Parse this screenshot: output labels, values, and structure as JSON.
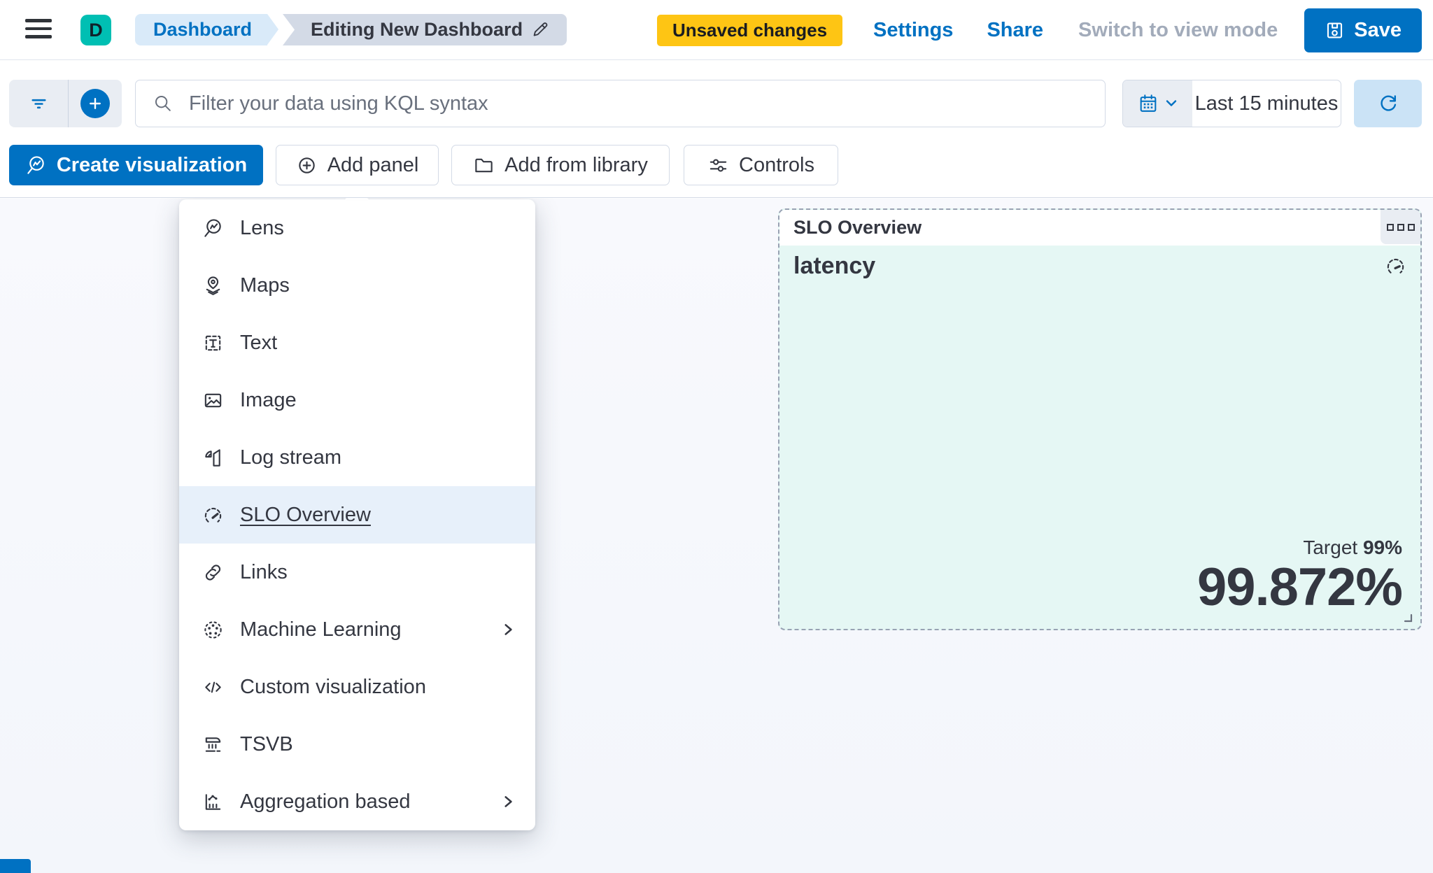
{
  "header": {
    "logo_letter": "D",
    "breadcrumbs": {
      "root": "Dashboard",
      "current": "Editing New Dashboard"
    },
    "unsaved_badge": "Unsaved changes",
    "settings_link": "Settings",
    "share_link": "Share",
    "switch_view_label": "Switch to view mode",
    "save_label": "Save"
  },
  "query_bar": {
    "search_placeholder": "Filter your data using KQL syntax",
    "time_range": "Last 15 minutes"
  },
  "toolbar": {
    "create_visualization_label": "Create visualization",
    "add_panel_label": "Add panel",
    "add_from_library_label": "Add from library",
    "controls_label": "Controls"
  },
  "add_panel_menu": {
    "items": [
      {
        "label": "Lens",
        "icon": "lens-icon"
      },
      {
        "label": "Maps",
        "icon": "maps-icon"
      },
      {
        "label": "Text",
        "icon": "text-icon"
      },
      {
        "label": "Image",
        "icon": "image-icon"
      },
      {
        "label": "Log stream",
        "icon": "log-stream-icon"
      },
      {
        "label": "SLO Overview",
        "icon": "gauge-icon",
        "state": "hovered"
      },
      {
        "label": "Links",
        "icon": "link-icon"
      },
      {
        "label": "Machine Learning",
        "icon": "machine-learning-icon",
        "has_submenu": true
      },
      {
        "label": "Custom visualization",
        "icon": "code-icon"
      },
      {
        "label": "TSVB",
        "icon": "tsvb-icon"
      },
      {
        "label": "Aggregation based",
        "icon": "aggregation-based-icon",
        "has_submenu": true
      }
    ]
  },
  "slo_panel": {
    "title": "SLO Overview",
    "metric_name": "latency",
    "target_label": "Target",
    "target_value": "99%",
    "value": "99.872%"
  },
  "colors": {
    "primary_blue": "#0071C2",
    "logo_teal": "#00BFB3",
    "warning_yellow": "#FEC514",
    "text_dark": "#343741",
    "text_subdued": "#69707D",
    "disabled_text": "#A2ABBA",
    "border": "#D3DAE6",
    "panel_mint": "#E5F7F4",
    "menu_hover_blue": "#E7F0FA",
    "page_background": "#F7F8FC"
  }
}
